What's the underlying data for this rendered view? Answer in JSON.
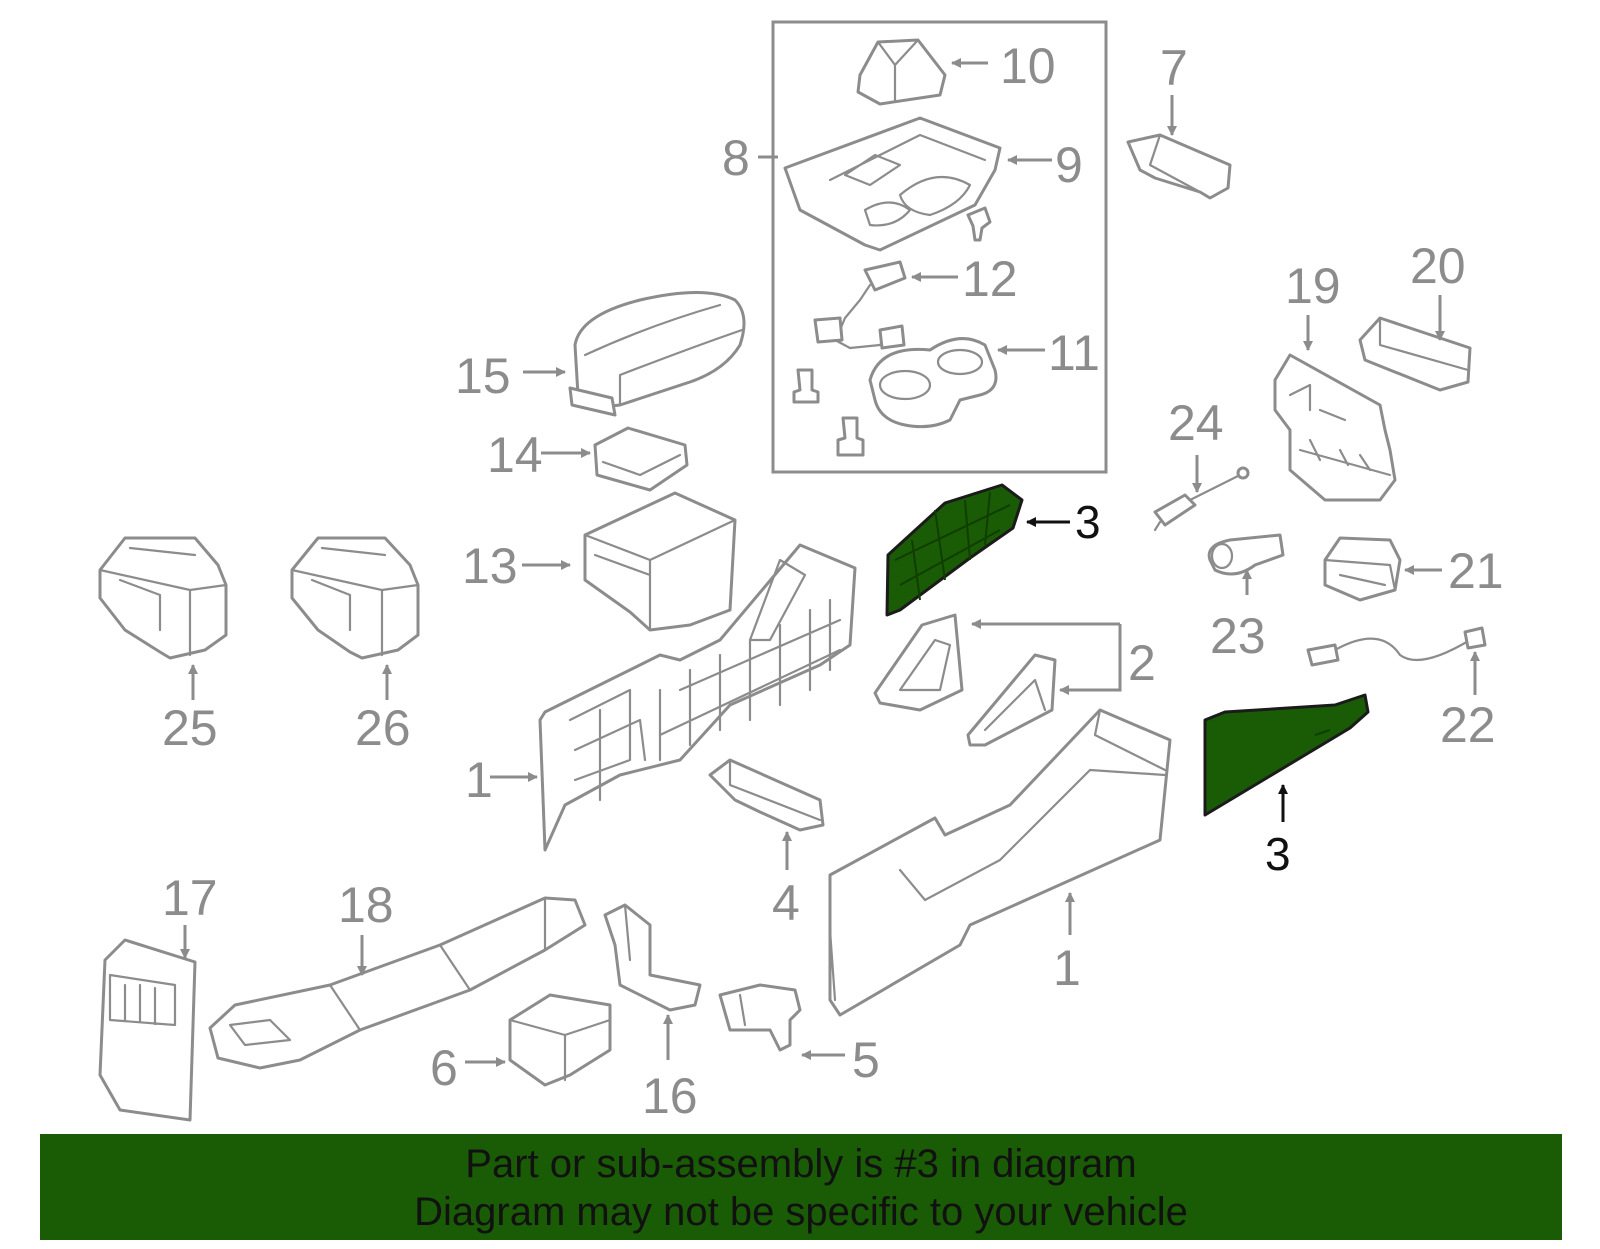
{
  "callouts": {
    "c1a": "1",
    "c1b": "1",
    "c2": "2",
    "c3a": "3",
    "c3b": "3",
    "c4": "4",
    "c5": "5",
    "c6": "6",
    "c7": "7",
    "c8": "8",
    "c9": "9",
    "c10": "10",
    "c11": "11",
    "c12": "12",
    "c13": "13",
    "c14": "14",
    "c15": "15",
    "c16": "16",
    "c17": "17",
    "c18": "18",
    "c19": "19",
    "c20": "20",
    "c21": "21",
    "c22": "22",
    "c23": "23",
    "c24": "24",
    "c25": "25",
    "c26": "26"
  },
  "highlighted_part": "3",
  "colors": {
    "highlight": "#1a5c05",
    "line": "#8c8c8c",
    "banner": "#1a5c05"
  },
  "banner": {
    "line1": "Part or sub-assembly is #3 in diagram",
    "line2": "Diagram may not be specific to your vehicle"
  }
}
